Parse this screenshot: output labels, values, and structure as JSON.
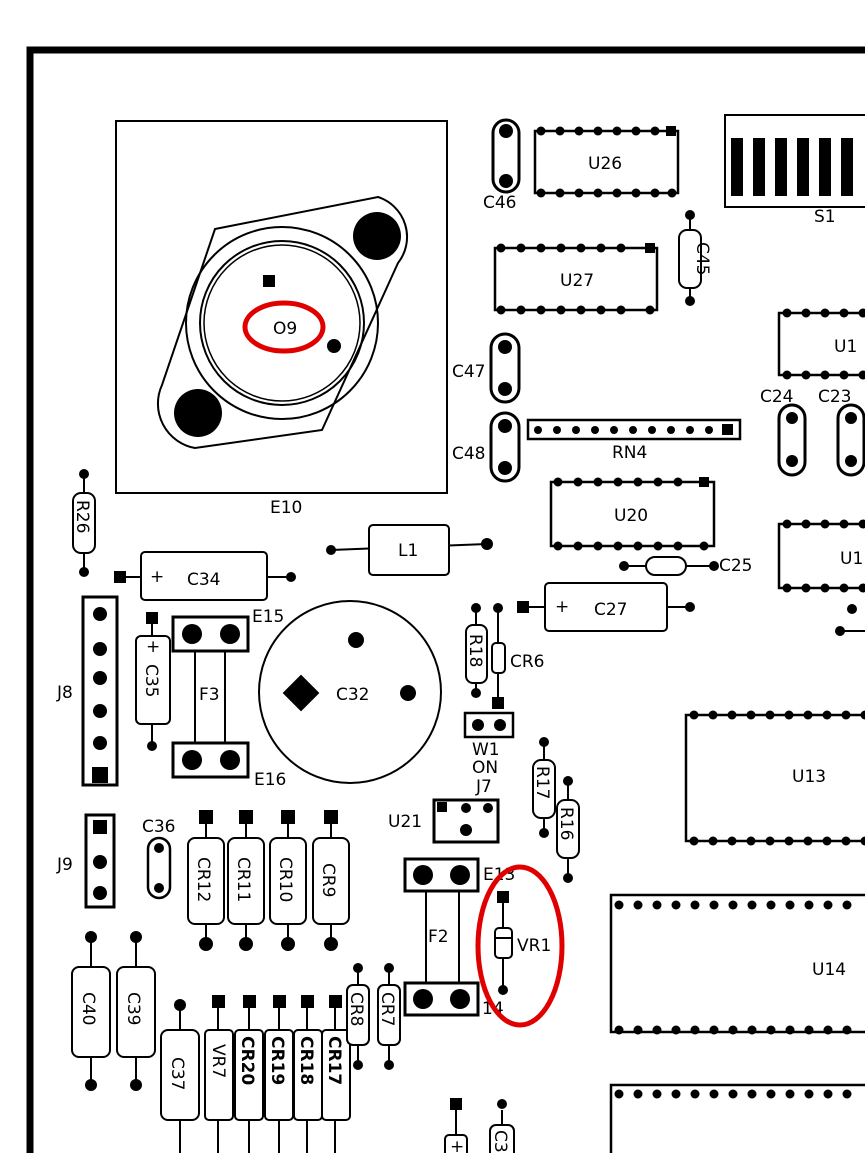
{
  "diagram": {
    "labels": {
      "transistor": "O9",
      "heatsink": "E10",
      "u26": "U26",
      "u27": "U27",
      "u20": "U20",
      "u13": "U13",
      "u14": "U14",
      "u1": "U1",
      "u1b": "U1",
      "u21": "U21",
      "c46": "C46",
      "c45": "C45",
      "c47": "C47",
      "c48": "C48",
      "c24": "C24",
      "c23": "C23",
      "c25": "C25",
      "c27": "C27",
      "c34": "C34",
      "c35": "C35",
      "c32": "C32",
      "c36": "C36",
      "c40": "C40",
      "c39": "C39",
      "c37": "C37",
      "c3": "C3",
      "rn4": "RN4",
      "s1": "S1",
      "l1": "L1",
      "r26": "R26",
      "r18": "R18",
      "r17": "R17",
      "r16": "R16",
      "cr6": "CR6",
      "cr12": "CR12",
      "cr11": "CR11",
      "cr10": "CR10",
      "cr9": "CR9",
      "cr8": "CR8",
      "cr7": "CR7",
      "cr20": "CR20",
      "cr19": "CR19",
      "cr18": "CR18",
      "cr17": "CR17",
      "vr1": "VR1",
      "vr7": "VR7",
      "j8": "J8",
      "j9": "J9",
      "j7": "J7",
      "w1": "W1",
      "on": "ON",
      "e15": "E15",
      "e16": "E16",
      "e13": "E13",
      "e14": "14",
      "f3": "F3",
      "f2": "F2",
      "plus": "+"
    },
    "highlights": [
      "O9",
      "VR1"
    ],
    "highlight_color": "#e00000"
  }
}
